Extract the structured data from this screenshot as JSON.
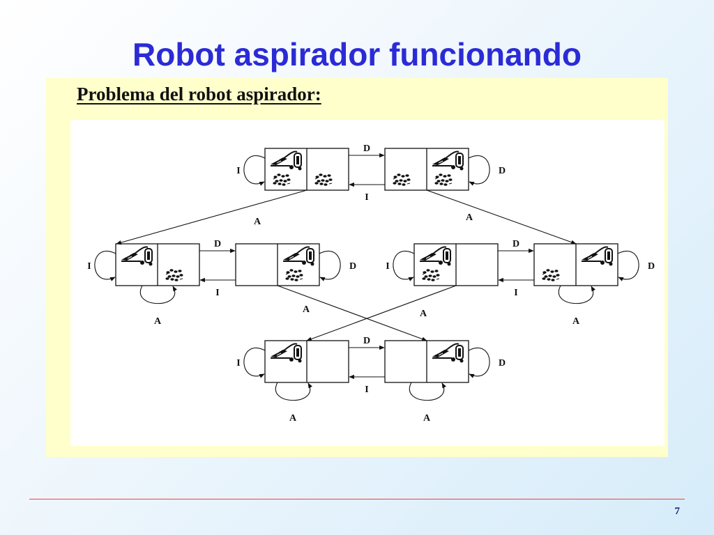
{
  "slide": {
    "title": "Robot aspirador funcionando",
    "page_number": "7"
  },
  "panel": {
    "heading": "Problema del robot aspirador:"
  },
  "diagram": {
    "action_labels": {
      "left": "I",
      "right": "D",
      "suck": "A"
    },
    "states": [
      {
        "id": "s1",
        "robot": "left",
        "dirt": [
          "left",
          "right"
        ]
      },
      {
        "id": "s2",
        "robot": "right",
        "dirt": [
          "left",
          "right"
        ]
      },
      {
        "id": "s3",
        "robot": "left",
        "dirt": [
          "right"
        ]
      },
      {
        "id": "s4",
        "robot": "right",
        "dirt": [
          "right"
        ]
      },
      {
        "id": "s5",
        "robot": "left",
        "dirt": [
          "left"
        ]
      },
      {
        "id": "s6",
        "robot": "right",
        "dirt": [
          "left"
        ]
      },
      {
        "id": "s7",
        "robot": "left",
        "dirt": []
      },
      {
        "id": "s8",
        "robot": "right",
        "dirt": []
      }
    ],
    "colors": {
      "slide_title": "#2b2bd6",
      "panel_background": "#ffffcc",
      "footer_rule": "#ff3a3a"
    }
  }
}
